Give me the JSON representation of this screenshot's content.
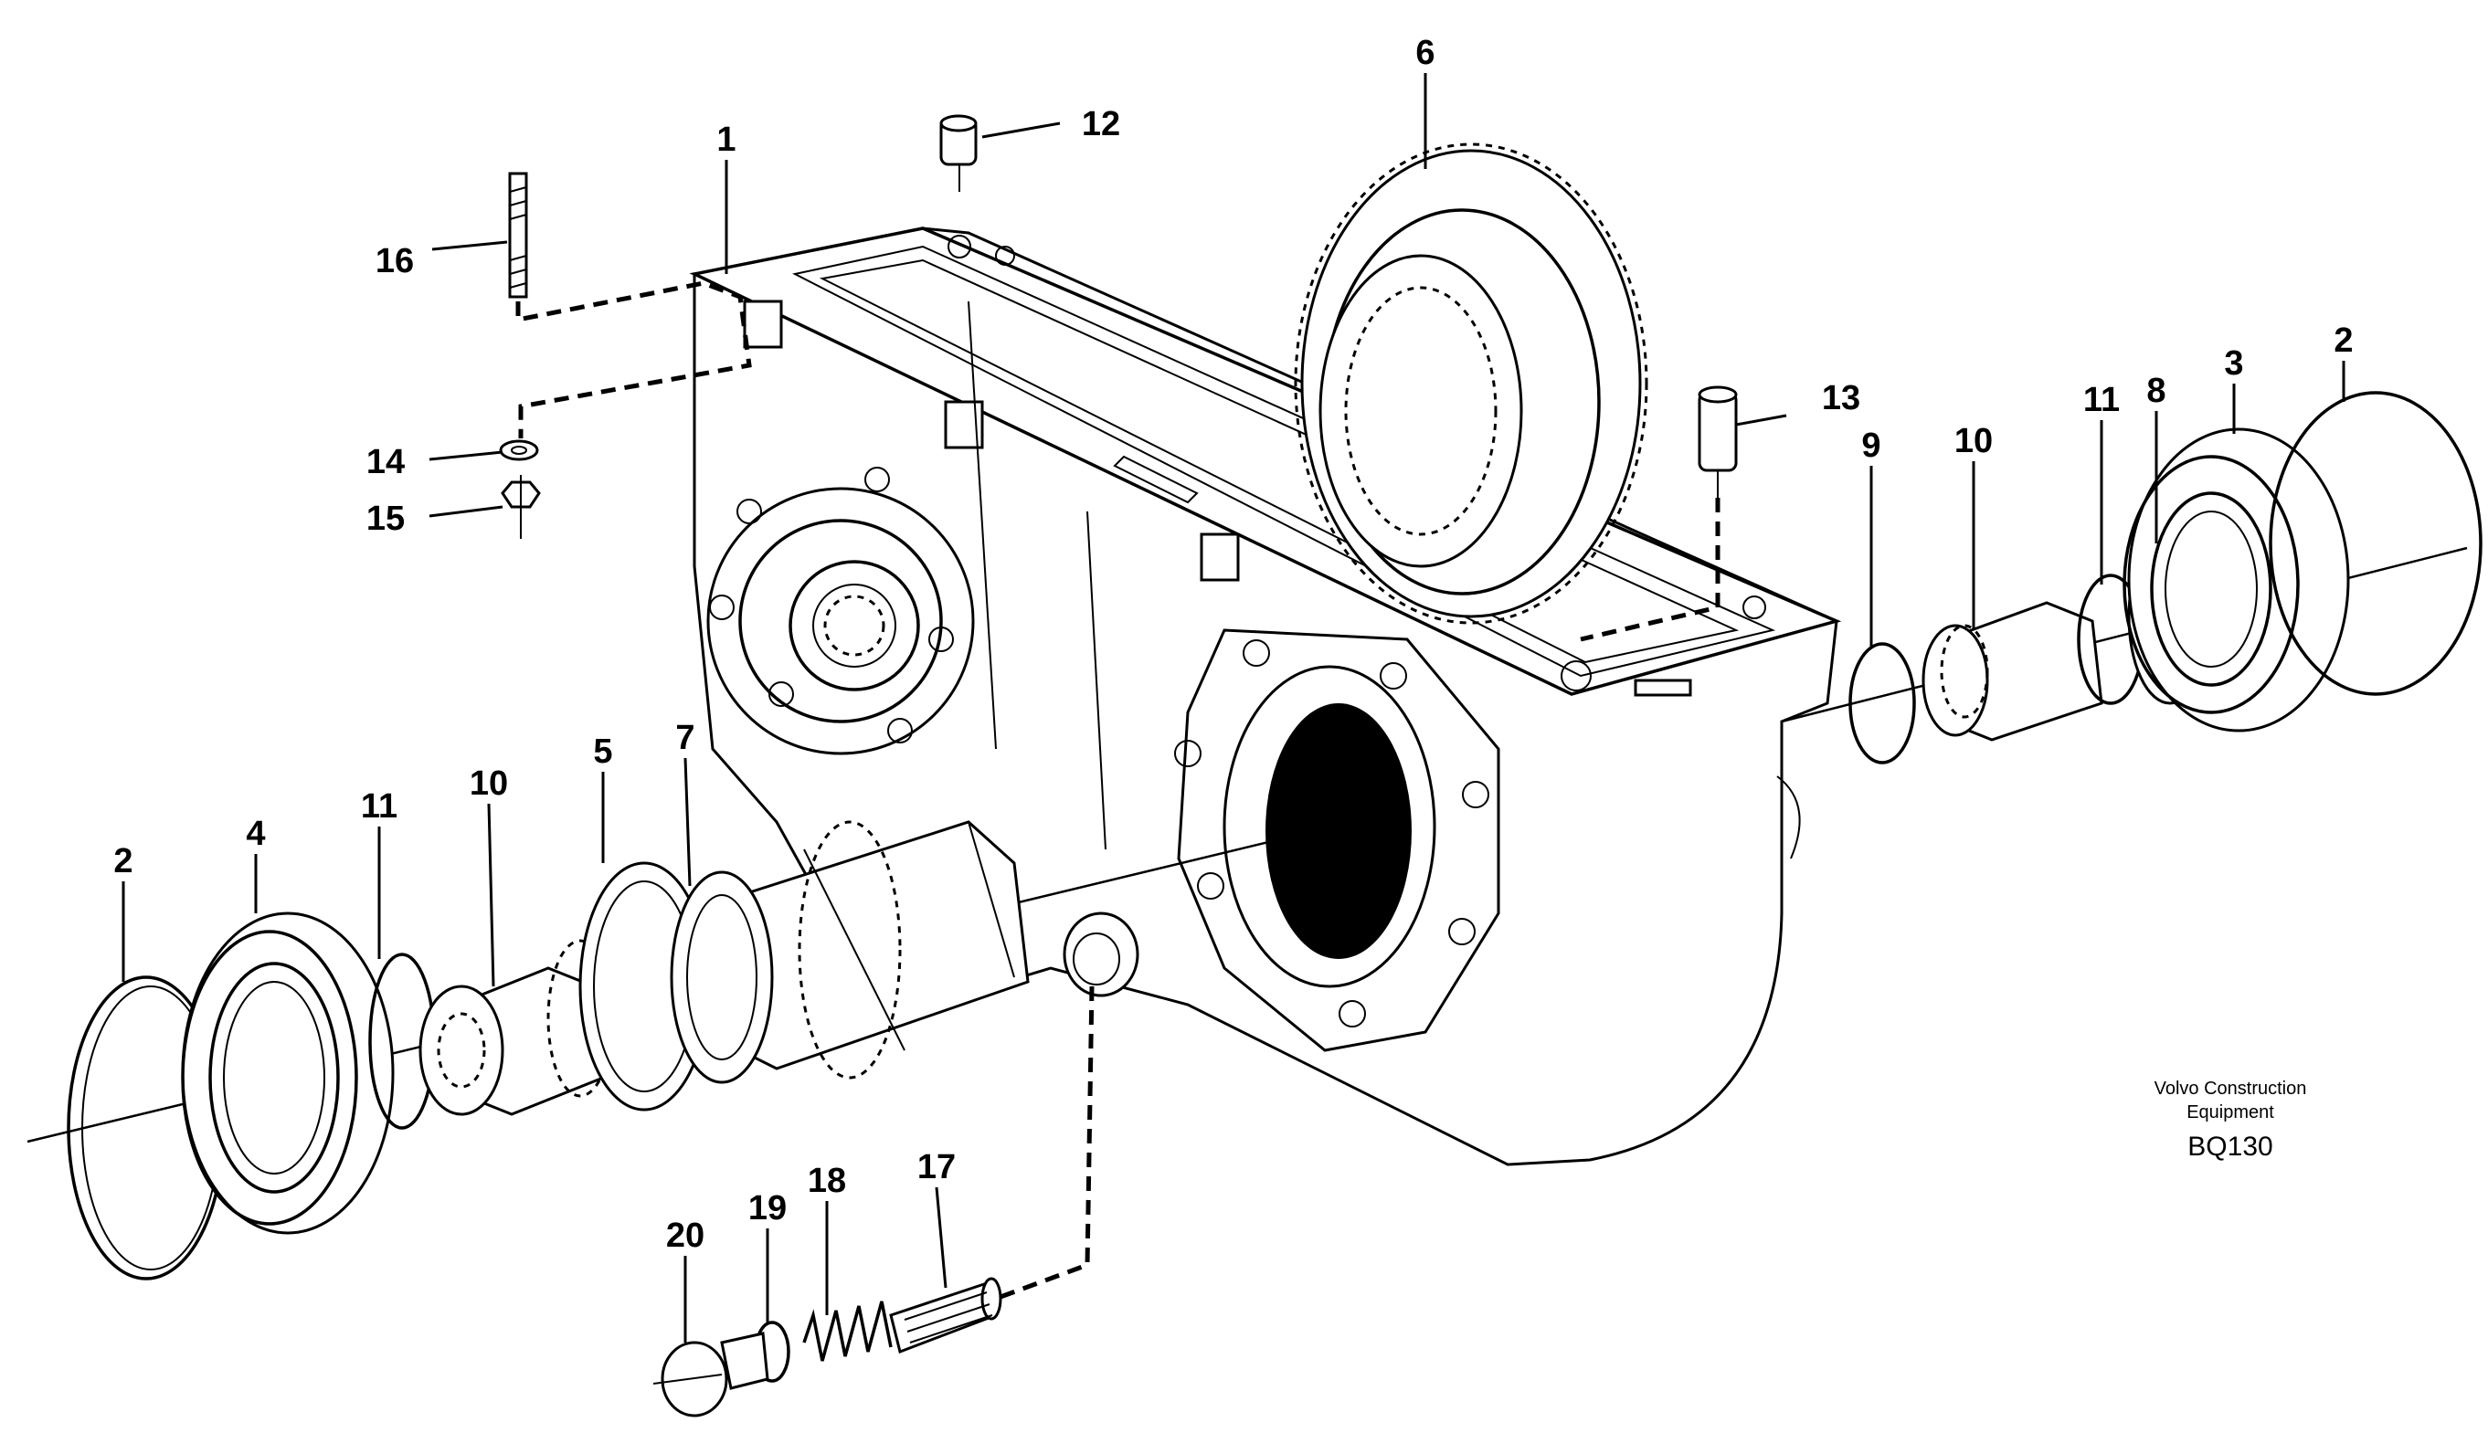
{
  "callouts": {
    "c1": "1",
    "c2_right": "2",
    "c2_left": "2",
    "c3": "3",
    "c4": "4",
    "c5": "5",
    "c6": "6",
    "c7": "7",
    "c8": "8",
    "c9": "9",
    "c10_right": "10",
    "c10_left": "10",
    "c11_right": "11",
    "c11_left": "11",
    "c12": "12",
    "c13": "13",
    "c14": "14",
    "c15": "15",
    "c16": "16",
    "c17": "17",
    "c18": "18",
    "c19": "19",
    "c20": "20"
  },
  "brand": {
    "line1": "Volvo Construction",
    "line2": "Equipment",
    "code": "BQ130"
  }
}
